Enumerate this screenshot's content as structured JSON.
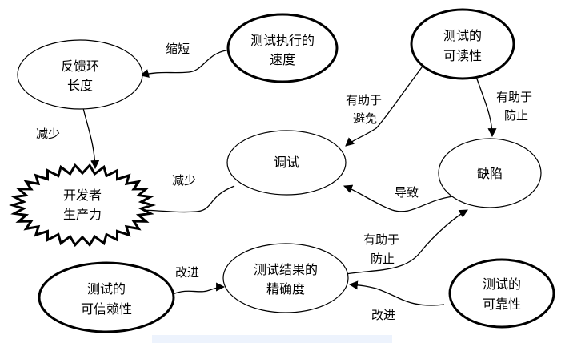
{
  "diagram": {
    "nodes": {
      "feedback": [
        "反馈环",
        "长度"
      ],
      "exec_speed": [
        "测试执行的",
        "速度"
      ],
      "readability": [
        "测试的",
        "可读性"
      ],
      "debug": [
        "调试"
      ],
      "defects": [
        "缺陷"
      ],
      "productivity": [
        "开发者",
        "生产力"
      ],
      "accuracy": [
        "测试结果的",
        "精确度"
      ],
      "trust": [
        "测试的",
        "可信赖性"
      ],
      "reliability": [
        "测试的",
        "可靠性"
      ]
    },
    "edges": {
      "shorten": "缩短",
      "reduce_feedback": "减少",
      "reduce_debug": "减少",
      "help_avoid": [
        "有助于",
        "避免"
      ],
      "help_prevent_read": [
        "有助于",
        "防止"
      ],
      "cause": "导致",
      "help_prevent_acc": [
        "有助于",
        "防止"
      ],
      "improve_trust": "改进",
      "improve_reliab": "改进"
    }
  }
}
